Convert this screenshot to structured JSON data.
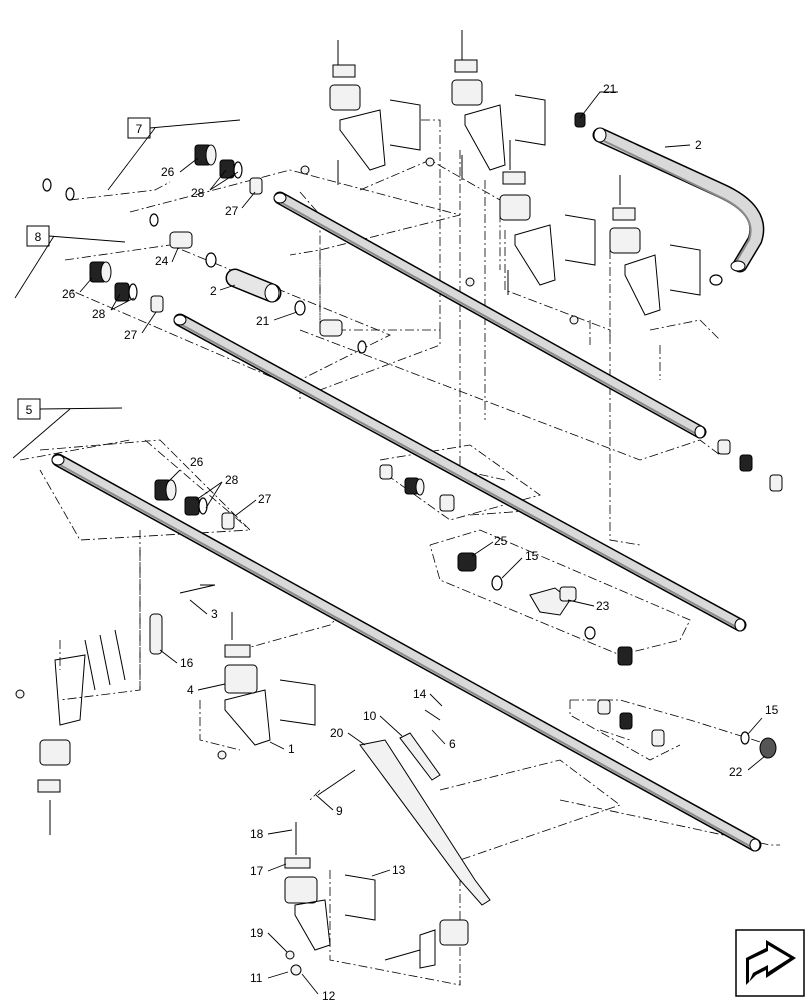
{
  "callouts": [
    {
      "id": "c2a",
      "text": "2"
    },
    {
      "id": "c21a",
      "text": "21"
    },
    {
      "id": "c7",
      "text": "7"
    },
    {
      "id": "c26a",
      "text": "26"
    },
    {
      "id": "c28a",
      "text": "28"
    },
    {
      "id": "c27a",
      "text": "27"
    },
    {
      "id": "c8",
      "text": "8"
    },
    {
      "id": "c24",
      "text": "24"
    },
    {
      "id": "c2b",
      "text": "2"
    },
    {
      "id": "c21b",
      "text": "21"
    },
    {
      "id": "c26b",
      "text": "26"
    },
    {
      "id": "c28b",
      "text": "28"
    },
    {
      "id": "c27b",
      "text": "27"
    },
    {
      "id": "c5",
      "text": "5"
    },
    {
      "id": "c26c",
      "text": "26"
    },
    {
      "id": "c28c",
      "text": "28"
    },
    {
      "id": "c27c",
      "text": "27"
    },
    {
      "id": "c25",
      "text": "25"
    },
    {
      "id": "c15a",
      "text": "15"
    },
    {
      "id": "c23",
      "text": "23"
    },
    {
      "id": "c3",
      "text": "3"
    },
    {
      "id": "c16",
      "text": "16"
    },
    {
      "id": "c4",
      "text": "4"
    },
    {
      "id": "c1",
      "text": "1"
    },
    {
      "id": "c14",
      "text": "14"
    },
    {
      "id": "c10",
      "text": "10"
    },
    {
      "id": "c6",
      "text": "6"
    },
    {
      "id": "c20",
      "text": "20"
    },
    {
      "id": "c15b",
      "text": "15"
    },
    {
      "id": "c22",
      "text": "22"
    },
    {
      "id": "c9",
      "text": "9"
    },
    {
      "id": "c18",
      "text": "18"
    },
    {
      "id": "c17",
      "text": "17"
    },
    {
      "id": "c13",
      "text": "13"
    },
    {
      "id": "c19",
      "text": "19"
    },
    {
      "id": "c11",
      "text": "11"
    },
    {
      "id": "c12",
      "text": "12"
    }
  ],
  "nav_icon": "next-page-arrow-icon"
}
